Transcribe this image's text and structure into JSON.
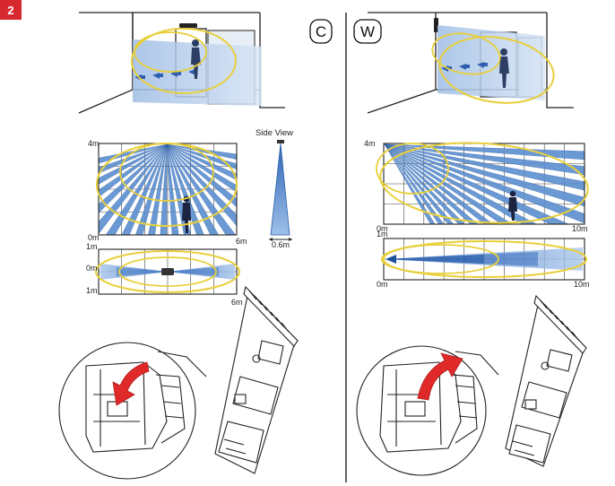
{
  "step_number": "2",
  "colors": {
    "badge": "#d7282f",
    "beam_fill": "#5b8fd0",
    "beam_stroke": "#2a5ea8",
    "zone_outline": "#e8cf3a",
    "wall_fill": "#c4d6ee",
    "arrow": "#e02a2a"
  },
  "panel_c": {
    "mode_letter": "C",
    "side_view_title": "Side View",
    "side_view_width": "0.6m",
    "top_chart": {
      "label_top": "4m",
      "label_origin": "0m",
      "label_right": "6m"
    },
    "bottom_chart": {
      "label_top": "1m",
      "label_mid": "0m",
      "label_bottom": "1m",
      "label_right": "6m"
    }
  },
  "panel_w": {
    "mode_letter": "W",
    "top_chart": {
      "label_top": "4m",
      "label_origin": "0m",
      "label_right": "10m"
    },
    "bottom_chart": {
      "label_top": "1m",
      "label_origin": "0m",
      "label_right": "10m"
    }
  }
}
